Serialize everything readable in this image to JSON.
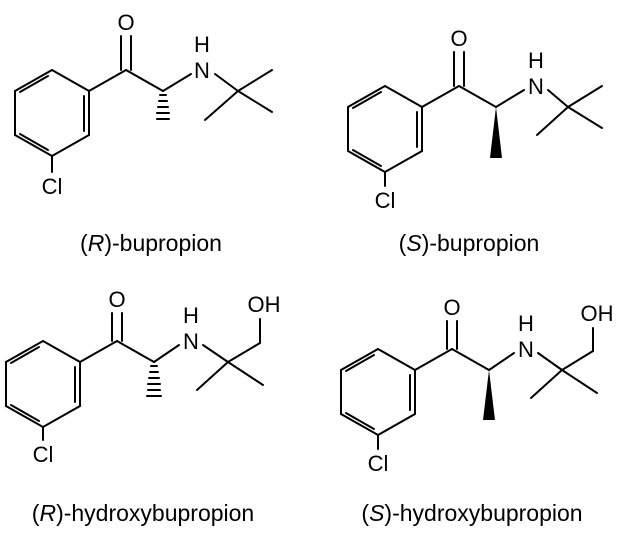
{
  "atoms": {
    "oxygen": "O",
    "nitrogen": "N",
    "hydrogen": "H",
    "chlorine": "Cl",
    "hydroxyl": "OH"
  },
  "captions": [
    {
      "open": "(",
      "stereo": "R",
      "rest": ")-bupropion"
    },
    {
      "open": "(",
      "stereo": "S",
      "rest": ")-bupropion"
    },
    {
      "open": "(",
      "stereo": "R",
      "rest": ")-hydroxybupropion"
    },
    {
      "open": "(",
      "stereo": "S",
      "rest": ")-hydroxybupropion"
    }
  ]
}
